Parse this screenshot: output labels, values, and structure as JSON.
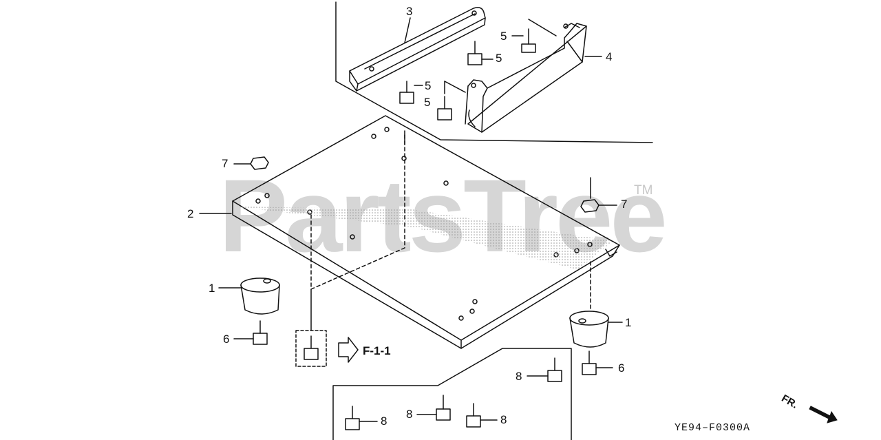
{
  "watermark": {
    "text": "PartsTree",
    "tm": "TM"
  },
  "reference": {
    "label": "F-1-1"
  },
  "direction": {
    "label": "FR."
  },
  "drawing_code": "YE94–F0300A",
  "callouts": [
    "3",
    "5",
    "5",
    "4",
    "5",
    "5",
    "7",
    "7",
    "2",
    "1",
    "1",
    "6",
    "6",
    "8",
    "8",
    "8",
    "8"
  ]
}
